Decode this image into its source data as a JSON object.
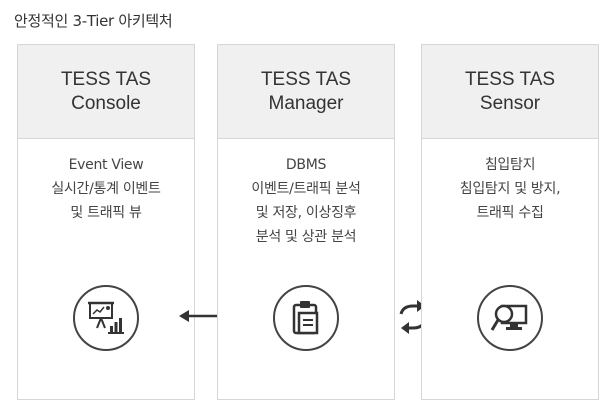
{
  "title": "안정적인 3-Tier 아키텍처",
  "tiers": [
    {
      "head_line1": "TESS TAS",
      "head_line2": "Console",
      "desc": [
        "Event View",
        "실시간/통계 이벤트",
        "및 트래픽 뷰"
      ],
      "icon": "presentation-chart-icon"
    },
    {
      "head_line1": "TESS TAS",
      "head_line2": "Manager",
      "desc": [
        "DBMS",
        "이벤트/트래픽 분석",
        "및 저장, 이상징후",
        "분석 및 상관 분석"
      ],
      "icon": "clipboard-icon"
    },
    {
      "head_line1": "TESS TAS",
      "head_line2": "Sensor",
      "desc": [
        "침입탐지",
        "침입탐지 및 방지,",
        "트래픽 수집"
      ],
      "icon": "monitor-search-icon"
    }
  ],
  "connectors": [
    "double-arrow-icon",
    "sync-arrows-icon"
  ]
}
